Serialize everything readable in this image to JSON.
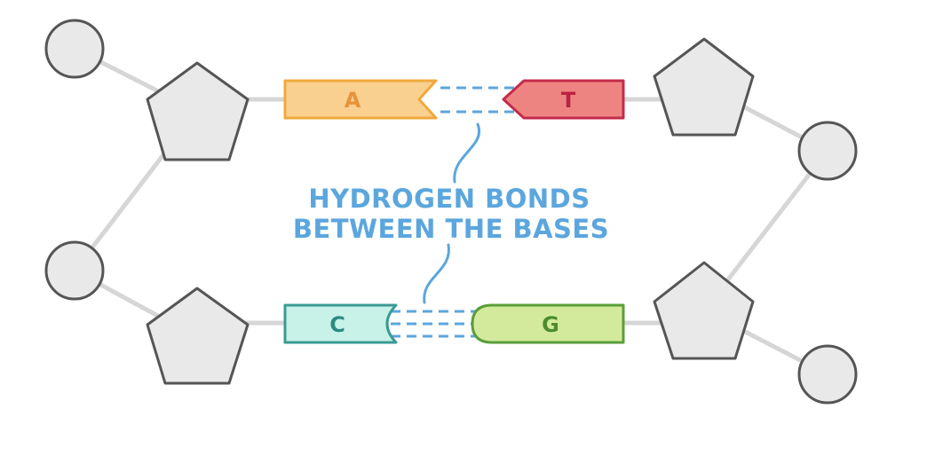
{
  "bases": {
    "a": {
      "letter": "A",
      "fill": "#f9d08f",
      "stroke": "#efa93c",
      "text_color": "#e7933a"
    },
    "t": {
      "letter": "T",
      "fill": "#ee8482",
      "stroke": "#c42b4b",
      "text_color": "#b8233f"
    },
    "c": {
      "letter": "C",
      "fill": "#c8f1e8",
      "stroke": "#3a9b92",
      "text_color": "#2c8b80"
    },
    "g": {
      "letter": "G",
      "fill": "#d3ea9c",
      "stroke": "#5a9e3a",
      "text_color": "#4b8d2e"
    }
  },
  "label": {
    "line1": "HYDROGEN BONDS",
    "line2": "BETWEEN THE BASES",
    "color": "#5ba6de"
  },
  "colors": {
    "sugar_fill": "#e9e9ea",
    "outline": "#555555",
    "backbone": "#d6d6d6",
    "bond_dash": "#5ba6de"
  }
}
